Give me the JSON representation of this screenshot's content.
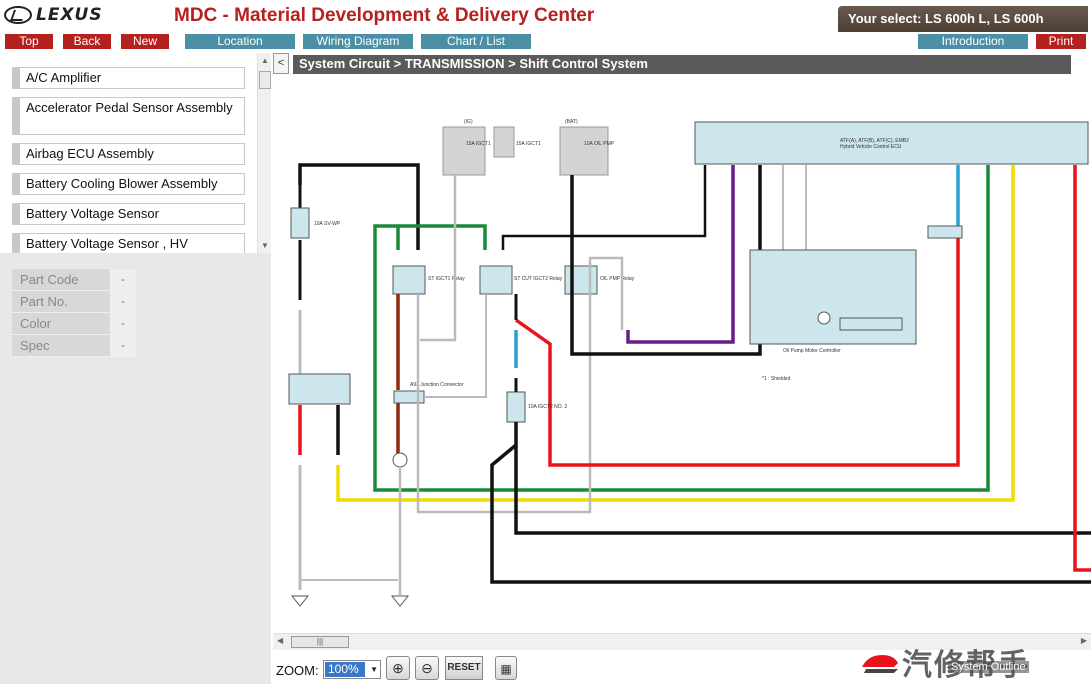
{
  "header": {
    "logo_text": "LEXUS",
    "app_title": "MDC - Material Development & Delivery Center",
    "your_select": "Your select: LS 600h L, LS 600h"
  },
  "nav": {
    "top": "Top",
    "back": "Back",
    "new": "New",
    "location": "Location",
    "wiring_diagram": "Wiring Diagram",
    "chart_list": "Chart / List",
    "introduction": "Introduction",
    "print": "Print"
  },
  "sidebar": {
    "items": [
      {
        "label": "A/C Amplifier"
      },
      {
        "label": "Accelerator Pedal Sensor Assembly"
      },
      {
        "label": "Airbag ECU Assembly"
      },
      {
        "label": "Battery Cooling Blower Assembly"
      },
      {
        "label": "Battery Voltage Sensor"
      },
      {
        "label": "Battery Voltage Sensor , HV"
      }
    ]
  },
  "properties": [
    {
      "label": "Part Code",
      "value": "-"
    },
    {
      "label": "Part No.",
      "value": "-"
    },
    {
      "label": "Color",
      "value": "-"
    },
    {
      "label": "Spec",
      "value": "-"
    }
  ],
  "collapse_label": "<",
  "breadcrumb": "System Circuit > TRANSMISSION > Shift Control System",
  "diagram": {
    "ecu_title": "ATF(A), ATF(B), ATF(C), EMB2",
    "ecu_sub": "Hybrid Vehicle Control ECU",
    "fuse1": "10A SV-WP",
    "fuse2": "15A IGCT1",
    "fuse3": "15A IGCT1",
    "fuse4": "10A OIL PMP",
    "fuse5": "10A IGCT2 NO. 2",
    "relay1": "ST IGCT1 Relay",
    "relay2": "ST CUT IGCT2 Relay",
    "relay3": "OIL PMP Relay",
    "motor_ctrl": "Oil Pump Motor Controller",
    "shielded": "*1 : Shielded",
    "junction": "A93 Junction Connector",
    "ig_label": "(IG)",
    "bat_label": "(BAT)"
  },
  "zoom": {
    "label": "ZOOM:",
    "value": "100%",
    "reset": "RESET"
  },
  "watermark": {
    "text": "汽修帮手",
    "overlay": "System Outline"
  },
  "colors": {
    "brand_red": "#b5211e",
    "nav_teal": "#4a8fa6",
    "wire_red": "#e8141c",
    "wire_green": "#1a8a3a",
    "wire_yellow": "#f2dc00",
    "wire_purple": "#6a1c8a",
    "wire_blue": "#2aa0d8",
    "wire_black": "#111111",
    "wire_brown": "#8b2b10",
    "ecu_fill": "#cde6ee"
  }
}
